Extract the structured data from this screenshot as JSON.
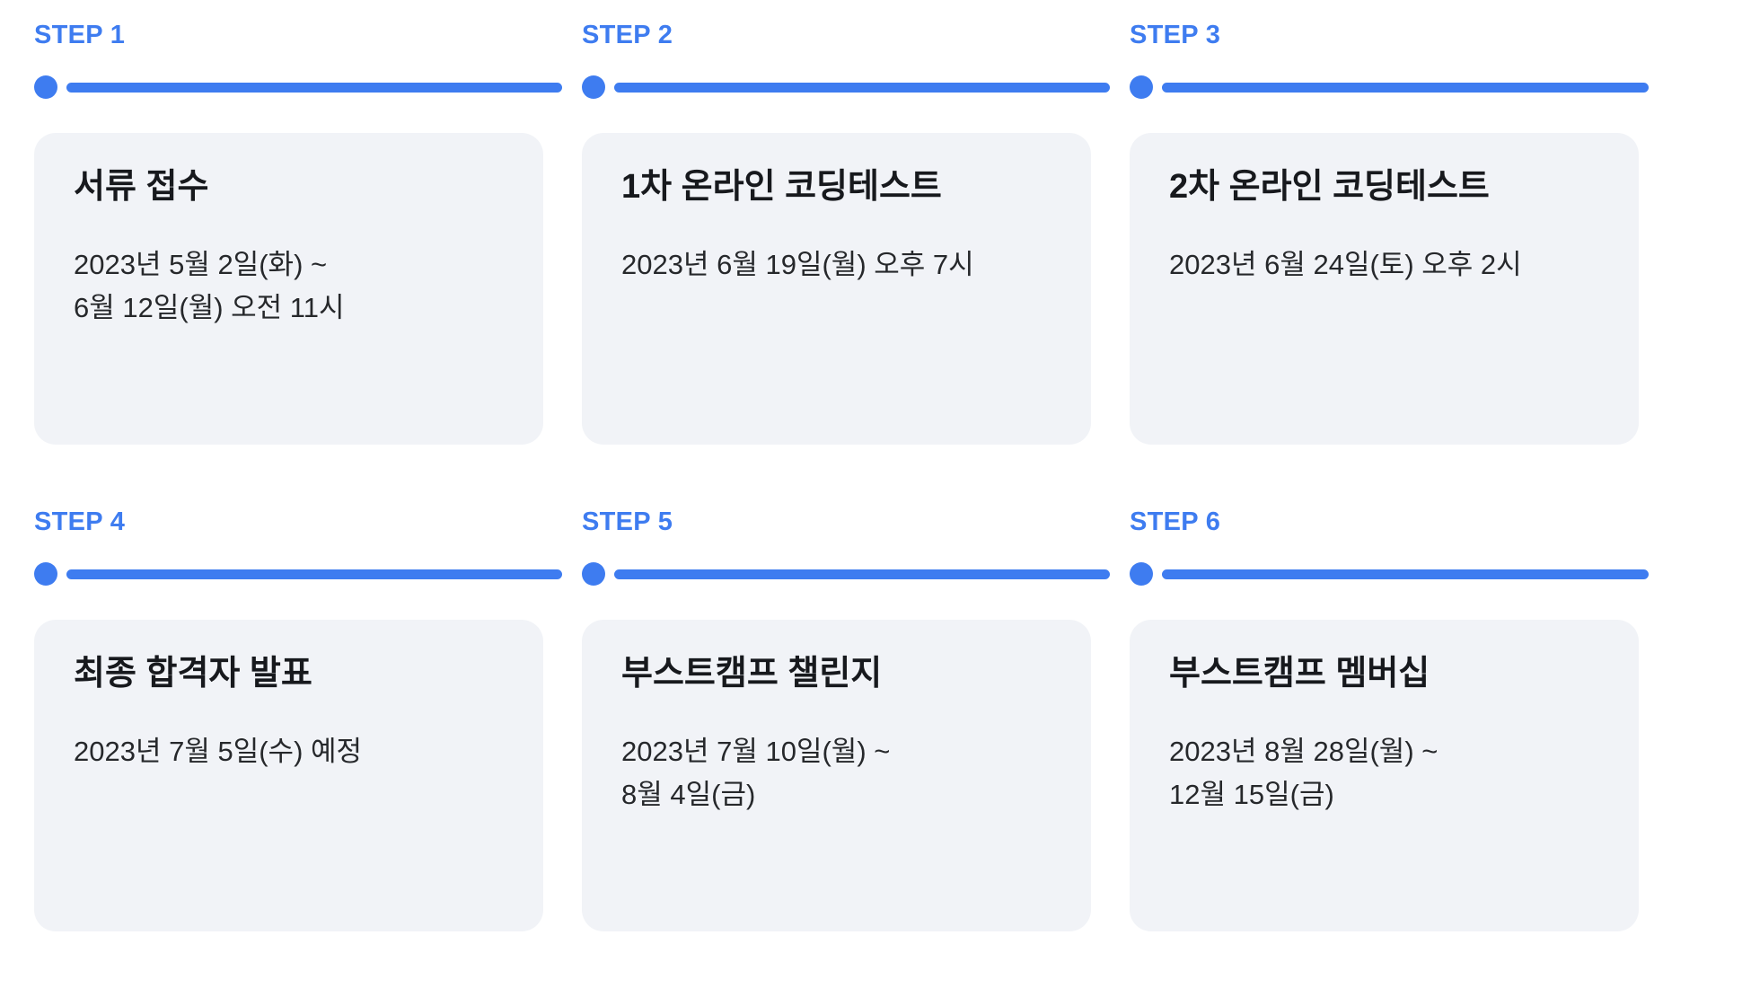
{
  "colors": {
    "accent_blue": "#3E7CF0",
    "card_background": "#F1F3F7",
    "title_text": "#17191D",
    "body_text": "#26282B"
  },
  "steps": [
    {
      "label": "STEP 1",
      "title": "서류 접수",
      "date_lines": [
        "2023년 5월 2일(화) ~",
        "6월 12일(월) 오전 11시"
      ]
    },
    {
      "label": "STEP 2",
      "title": "1차 온라인 코딩테스트",
      "date_lines": [
        "2023년 6월 19일(월) 오후 7시"
      ]
    },
    {
      "label": "STEP 3",
      "title": "2차 온라인 코딩테스트",
      "date_lines": [
        "2023년 6월 24일(토) 오후 2시"
      ]
    },
    {
      "label": "STEP 4",
      "title": "최종 합격자 발표",
      "date_lines": [
        "2023년 7월 5일(수) 예정"
      ]
    },
    {
      "label": "STEP 5",
      "title": "부스트캠프 챌린지",
      "date_lines": [
        "2023년 7월 10일(월) ~",
        "8월 4일(금)"
      ]
    },
    {
      "label": "STEP 6",
      "title": "부스트캠프 멤버십",
      "date_lines": [
        "2023년 8월 28일(월) ~",
        "12월 15일(금)"
      ]
    }
  ]
}
